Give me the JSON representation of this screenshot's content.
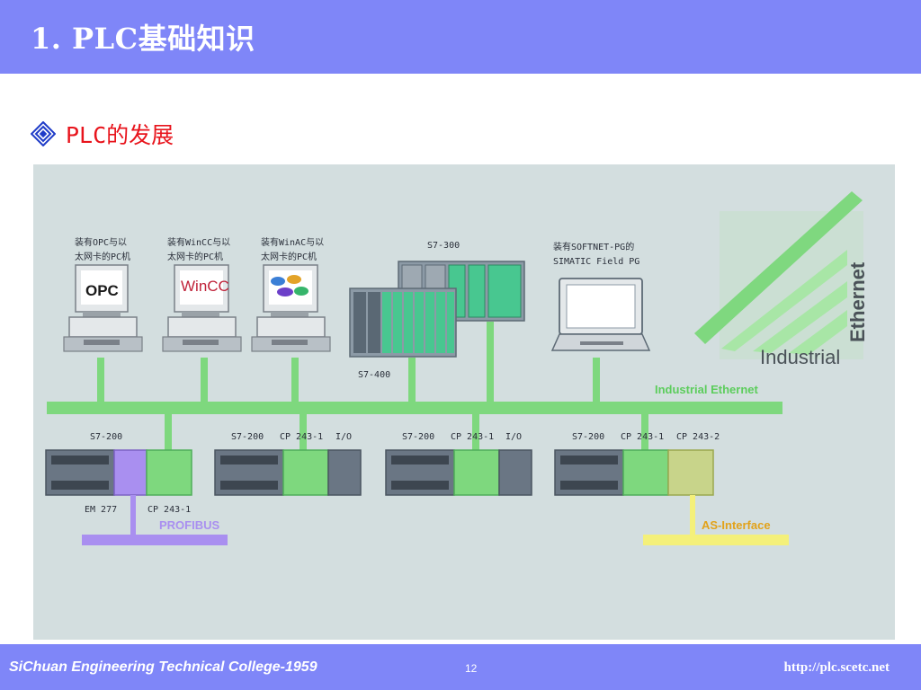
{
  "header": {
    "title": "1. PLC基础知识"
  },
  "section": {
    "title": "PLC的发展"
  },
  "diagram": {
    "pc1_label_1": "装有OPC与以",
    "pc1_label_2": "太网卡的PC机",
    "pc1_screen": "OPC",
    "pc2_label_1": "装有WinCC与以",
    "pc2_label_2": "太网卡的PC机",
    "pc2_screen": "WinCC",
    "pc3_label_1": "装有WinAC与以",
    "pc3_label_2": "太网卡的PC机",
    "s7_300": "S7-300",
    "s7_400": "S7-400",
    "pg_label_1": "装有SOFTNET-PG的",
    "pg_label_2": "SIMATIC Field PG",
    "logo_industrial": "Industrial",
    "logo_ethernet": "Ethernet",
    "industrial_ethernet": "Industrial Ethernet",
    "st1_top": "S7-200",
    "st1_em": "EM 277",
    "st1_cp": "CP 243-1",
    "st2_s7": "S7-200",
    "st2_cp": "CP 243-1",
    "st2_io": "I/O",
    "st3_s7": "S7-200",
    "st3_cp": "CP 243-1",
    "st3_io": "I/O",
    "st4_s7": "S7-200",
    "st4_cp1": "CP 243-1",
    "st4_cp2": "CP 243-2",
    "profibus": "PROFIBUS",
    "as_interface": "AS-Interface"
  },
  "footer": {
    "college": "SiChuan Engineering Technical College-1959",
    "page": "12",
    "url": "http://plc.scetc.net"
  },
  "colors": {
    "header_bg": "#7f86f8",
    "bullet_red": "#e8141c",
    "ethernet_green": "#7ed87e",
    "profibus_purple": "#a98ff0",
    "asi_yellow": "#f4f07a"
  }
}
